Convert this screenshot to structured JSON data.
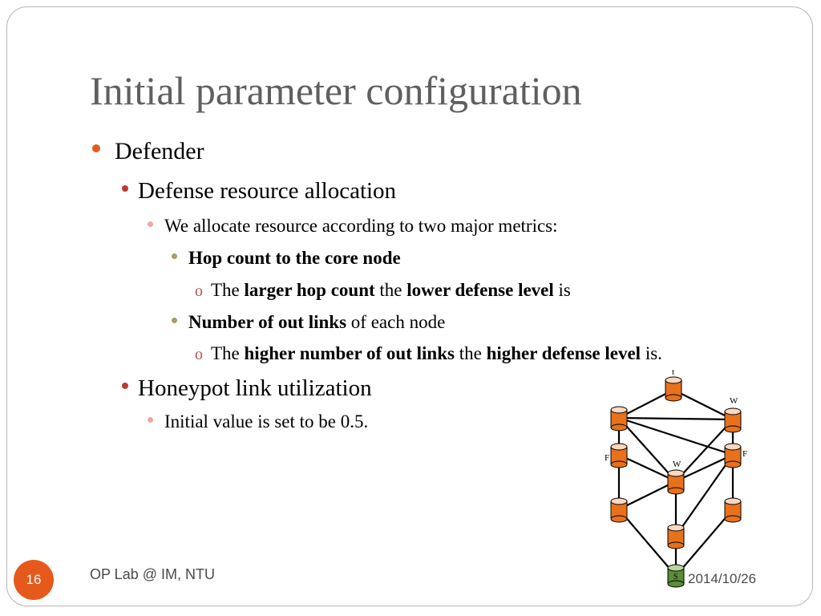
{
  "slide": {
    "title": "Initial parameter configuration",
    "page_number": "16",
    "footer": "OP Lab @ IM, NTU",
    "date": "2014/10/26"
  },
  "bullets": {
    "l1": "Defender",
    "l2a": "Defense resource allocation",
    "l3a": "We allocate resource according to two major metrics:",
    "l4a": "Hop count to the core node",
    "l5a": {
      "t1": "The ",
      "b1": "larger hop count",
      "t2": " the ",
      "b2": "lower defense level",
      "t3": " is"
    },
    "l4b": {
      "b1": "Number of out links",
      "t1": " of each node"
    },
    "l5b": {
      "t1": "The ",
      "b1": "higher number of out links",
      "t2": " the ",
      "b2": "higher defense level",
      "t3": " is."
    },
    "l2b": "Honeypot link utilization",
    "l3b": "Initial value is set to be 0.5."
  },
  "markers": {
    "level5": "o"
  },
  "colors": {
    "title": "#5f5f5f",
    "bullet1": "#e55a1c",
    "bullet2": "#c0392b",
    "bullet3": "#f2a8a0",
    "bullet4": "#a89a6a",
    "node": "#e8711c",
    "source_node": "#5b8c3a",
    "page_badge": "#e55a1c"
  },
  "network": {
    "labels": {
      "top": "t",
      "top_right": "W",
      "left_mid": "F",
      "right_mid": "F",
      "center": "W",
      "source": "S"
    }
  }
}
